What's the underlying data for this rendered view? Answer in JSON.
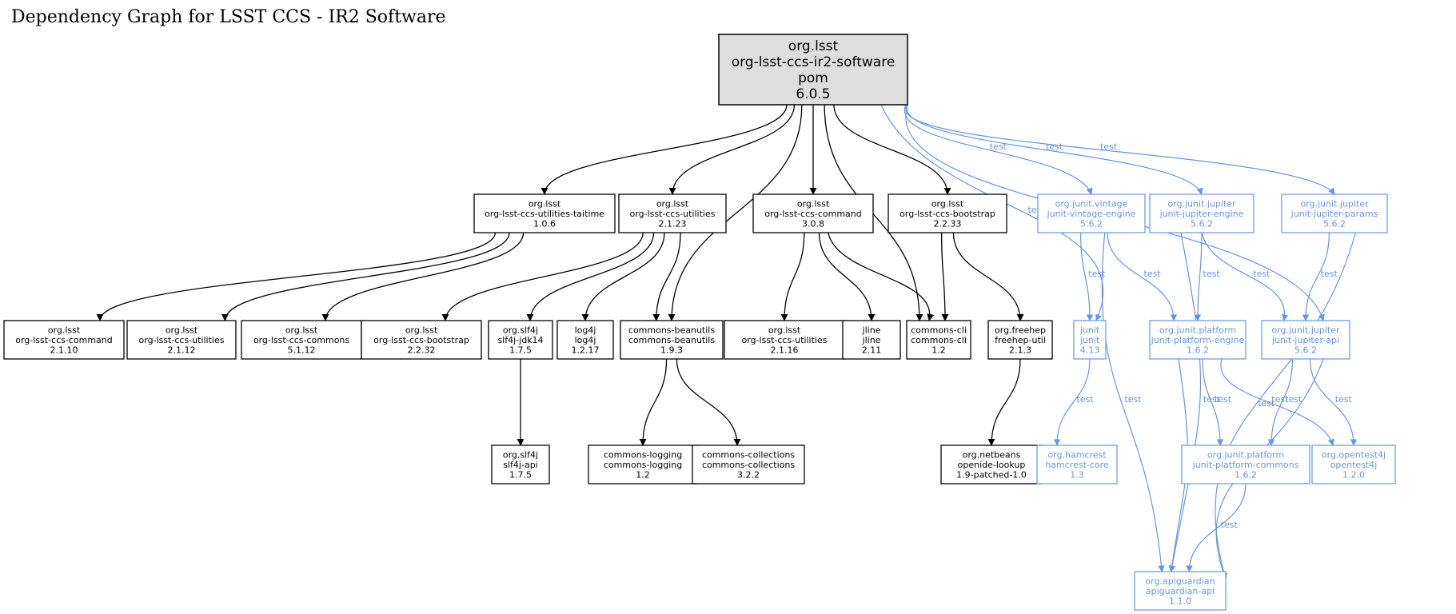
{
  "title": "Dependency Graph for LSST CCS - IR2 Software",
  "colors": {
    "compile": "#000000",
    "test": "#6495ed",
    "root_fill": "#dedede"
  },
  "nodes": [
    {
      "id": "root",
      "lines": [
        "org.lsst",
        "org-lsst-ccs-ir2-software",
        "pom",
        "6.0.5"
      ],
      "kind": "root"
    },
    {
      "id": "util_taitime",
      "lines": [
        "org.lsst",
        "org-lsst-ccs-utilities-taitime",
        "1.0.6"
      ],
      "kind": "compile"
    },
    {
      "id": "util_2123",
      "lines": [
        "org.lsst",
        "org-lsst-ccs-utilities",
        "2.1.23"
      ],
      "kind": "compile"
    },
    {
      "id": "command_308",
      "lines": [
        "org.lsst",
        "org-lsst-ccs-command",
        "3.0.8"
      ],
      "kind": "compile"
    },
    {
      "id": "bootstrap_2233",
      "lines": [
        "org.lsst",
        "org-lsst-ccs-bootstrap",
        "2.2.33"
      ],
      "kind": "compile"
    },
    {
      "id": "vintage",
      "lines": [
        "org.junit.vintage",
        "junit-vintage-engine",
        "5.6.2"
      ],
      "kind": "test"
    },
    {
      "id": "jup_engine",
      "lines": [
        "org.junit.jupiter",
        "junit-jupiter-engine",
        "5.6.2"
      ],
      "kind": "test"
    },
    {
      "id": "jup_params",
      "lines": [
        "org.junit.jupiter",
        "junit-jupiter-params",
        "5.6.2"
      ],
      "kind": "test"
    },
    {
      "id": "command_2110",
      "lines": [
        "org.lsst",
        "org-lsst-ccs-command",
        "2.1.10"
      ],
      "kind": "compile"
    },
    {
      "id": "util_2112",
      "lines": [
        "org.lsst",
        "org-lsst-ccs-utilities",
        "2.1.12"
      ],
      "kind": "compile"
    },
    {
      "id": "commons_5112",
      "lines": [
        "org.lsst",
        "org-lsst-ccs-commons",
        "5.1.12"
      ],
      "kind": "compile"
    },
    {
      "id": "bootstrap_2232",
      "lines": [
        "org.lsst",
        "org-lsst-ccs-bootstrap",
        "2.2.32"
      ],
      "kind": "compile"
    },
    {
      "id": "slf4j_jdk14",
      "lines": [
        "org.slf4j",
        "slf4j-jdk14",
        "1.7.5"
      ],
      "kind": "compile"
    },
    {
      "id": "log4j",
      "lines": [
        "log4j",
        "log4j",
        "1.2.17"
      ],
      "kind": "compile"
    },
    {
      "id": "beanutils",
      "lines": [
        "commons-beanutils",
        "commons-beanutils",
        "1.9.3"
      ],
      "kind": "compile"
    },
    {
      "id": "util_2116",
      "lines": [
        "org.lsst",
        "org-lsst-ccs-utilities",
        "2.1.16"
      ],
      "kind": "compile"
    },
    {
      "id": "jline",
      "lines": [
        "jline",
        "jline",
        "2.11"
      ],
      "kind": "compile"
    },
    {
      "id": "cli",
      "lines": [
        "commons-cli",
        "commons-cli",
        "1.2"
      ],
      "kind": "compile"
    },
    {
      "id": "freehep",
      "lines": [
        "org.freehep",
        "freehep-util",
        "2.1.3"
      ],
      "kind": "compile"
    },
    {
      "id": "junit",
      "lines": [
        "junit",
        "junit",
        "4.13"
      ],
      "kind": "test"
    },
    {
      "id": "plat_engine",
      "lines": [
        "org.junit.platform",
        "junit-platform-engine",
        "1.6.2"
      ],
      "kind": "test"
    },
    {
      "id": "jup_api",
      "lines": [
        "org.junit.jupiter",
        "junit-jupiter-api",
        "5.6.2"
      ],
      "kind": "test"
    },
    {
      "id": "slf4j_api",
      "lines": [
        "org.slf4j",
        "slf4j-api",
        "1.7.5"
      ],
      "kind": "compile"
    },
    {
      "id": "logging",
      "lines": [
        "commons-logging",
        "commons-logging",
        "1.2"
      ],
      "kind": "compile"
    },
    {
      "id": "collections",
      "lines": [
        "commons-collections",
        "commons-collections",
        "3.2.2"
      ],
      "kind": "compile"
    },
    {
      "id": "openide",
      "lines": [
        "org.netbeans",
        "openide-lookup",
        "1.9-patched-1.0"
      ],
      "kind": "compile"
    },
    {
      "id": "hamcrest",
      "lines": [
        "org.hamcrest",
        "hamcrest-core",
        "1.3"
      ],
      "kind": "test"
    },
    {
      "id": "plat_commons",
      "lines": [
        "org.junit.platform",
        "junit-platform-commons",
        "1.6.2"
      ],
      "kind": "test"
    },
    {
      "id": "opentest4j",
      "lines": [
        "org.opentest4j",
        "opentest4j",
        "1.2.0"
      ],
      "kind": "test"
    },
    {
      "id": "apiguardian",
      "lines": [
        "org.apiguardian",
        "apiguardian-api",
        "1.1.0"
      ],
      "kind": "test"
    }
  ],
  "edges": [
    {
      "from": "root",
      "to": "util_taitime"
    },
    {
      "from": "root",
      "to": "util_2123"
    },
    {
      "from": "root",
      "to": "beanutils"
    },
    {
      "from": "root",
      "to": "command_308"
    },
    {
      "from": "root",
      "to": "cli"
    },
    {
      "from": "root",
      "to": "bootstrap_2233"
    },
    {
      "from": "root",
      "to": "junit",
      "label": "test"
    },
    {
      "from": "root",
      "to": "vintage",
      "label": "test"
    },
    {
      "from": "root",
      "to": "jup_engine",
      "label": "test"
    },
    {
      "from": "root",
      "to": "jup_api",
      "label": "test"
    },
    {
      "from": "root",
      "to": "jup_params",
      "label": "test"
    },
    {
      "from": "util_taitime",
      "to": "command_2110"
    },
    {
      "from": "util_taitime",
      "to": "util_2112"
    },
    {
      "from": "util_taitime",
      "to": "commons_5112"
    },
    {
      "from": "util_2123",
      "to": "bootstrap_2232"
    },
    {
      "from": "util_2123",
      "to": "slf4j_jdk14"
    },
    {
      "from": "util_2123",
      "to": "log4j"
    },
    {
      "from": "util_2123",
      "to": "beanutils"
    },
    {
      "from": "command_308",
      "to": "util_2116"
    },
    {
      "from": "command_308",
      "to": "jline"
    },
    {
      "from": "command_308",
      "to": "cli"
    },
    {
      "from": "bootstrap_2233",
      "to": "cli"
    },
    {
      "from": "bootstrap_2233",
      "to": "freehep"
    },
    {
      "from": "vintage",
      "to": "junit",
      "label": "test"
    },
    {
      "from": "vintage",
      "to": "plat_engine",
      "label": "test"
    },
    {
      "from": "vintage",
      "to": "apiguardian",
      "label": "test"
    },
    {
      "from": "jup_engine",
      "to": "plat_engine",
      "label": "test"
    },
    {
      "from": "jup_engine",
      "to": "jup_api",
      "label": "test"
    },
    {
      "from": "jup_engine",
      "to": "apiguardian",
      "label": "test"
    },
    {
      "from": "jup_params",
      "to": "jup_api",
      "label": "test"
    },
    {
      "from": "jup_params",
      "to": "apiguardian",
      "label": "test"
    },
    {
      "from": "slf4j_jdk14",
      "to": "slf4j_api"
    },
    {
      "from": "beanutils",
      "to": "logging"
    },
    {
      "from": "beanutils",
      "to": "collections"
    },
    {
      "from": "freehep",
      "to": "openide"
    },
    {
      "from": "junit",
      "to": "hamcrest",
      "label": "test"
    },
    {
      "from": "plat_engine",
      "to": "plat_commons",
      "label": "test"
    },
    {
      "from": "plat_engine",
      "to": "opentest4j",
      "label": "test"
    },
    {
      "from": "plat_engine",
      "to": "apiguardian",
      "label": "test"
    },
    {
      "from": "jup_api",
      "to": "plat_commons",
      "label": "test"
    },
    {
      "from": "jup_api",
      "to": "opentest4j",
      "label": "test"
    },
    {
      "from": "jup_api",
      "to": "apiguardian",
      "label": "test"
    },
    {
      "from": "plat_commons",
      "to": "apiguardian",
      "label": "test"
    }
  ]
}
